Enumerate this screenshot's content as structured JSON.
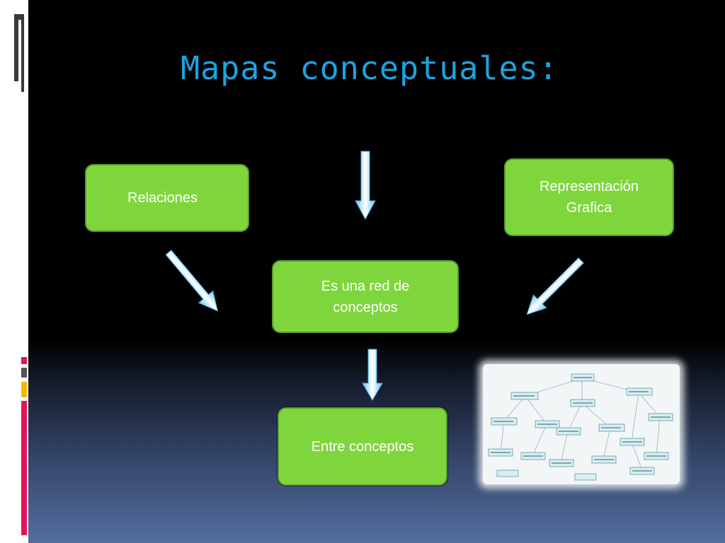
{
  "slide": {
    "title": "Mapas conceptuales:"
  },
  "nodes": {
    "relaciones": "Relaciones",
    "representacion": "Representación\nGrafica",
    "red": "Es una red de\nconceptos",
    "entre": "Entre conceptos"
  },
  "colors": {
    "node_fill": "#7fd63c",
    "title": "#1ca3df",
    "arrow": "#c8ecfb"
  }
}
